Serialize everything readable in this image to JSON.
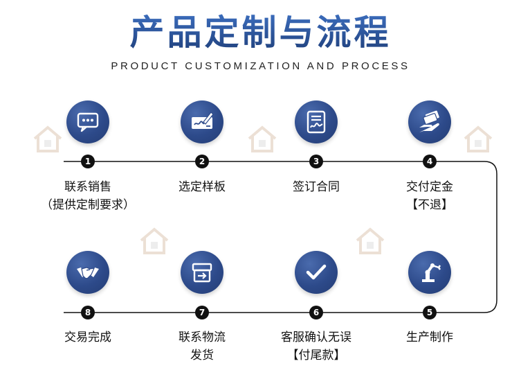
{
  "header": {
    "title": "产品定制与流程",
    "subtitle": "PRODUCT CUSTOMIZATION AND PROCESS"
  },
  "colors": {
    "accent": "#2d4a8a",
    "line": "#111111",
    "badge": "#111111"
  },
  "steps": [
    {
      "num": "1",
      "line1": "联系销售",
      "line2": "（提供定制要求）",
      "icon": "chat-bubble-icon"
    },
    {
      "num": "2",
      "line1": "选定样板",
      "line2": "",
      "icon": "signing-check-icon"
    },
    {
      "num": "3",
      "line1": "签订合同",
      "line2": "",
      "icon": "contract-signature-icon"
    },
    {
      "num": "4",
      "line1": "交付定金",
      "line2": "【不退】",
      "icon": "money-hand-icon"
    },
    {
      "num": "5",
      "line1": "生产制作",
      "line2": "",
      "icon": "robot-arm-icon"
    },
    {
      "num": "6",
      "line1": "客服确认无误",
      "line2": "【付尾款】",
      "icon": "checkmark-icon"
    },
    {
      "num": "7",
      "line1": "联系物流",
      "line2": "发货",
      "icon": "shipping-box-icon"
    },
    {
      "num": "8",
      "line1": "交易完成",
      "line2": "",
      "icon": "handshake-icon"
    }
  ]
}
